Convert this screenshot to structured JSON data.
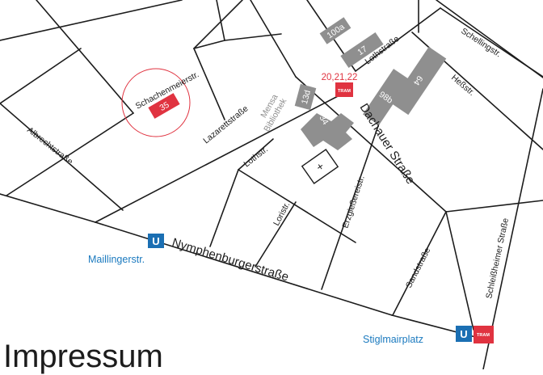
{
  "map": {
    "streets": {
      "schachenmeierstr": "Schachenmeierstr.",
      "lazarettstrasse": "Lazarettstraße",
      "albrechtstrasse": "Albrechtstraße",
      "lothstr_short": "Lothstr.",
      "lothstrasse": "Lothstraße",
      "dachauer": "Dachauer Straße",
      "loristr": "Loristr.",
      "erzgiessereistr": "Erzgießereistr.",
      "nymphenburgerstrasse": "Nymphenburgerstraße",
      "sandstrasse": "Sandstraße",
      "schleissheimer": "Schleißheimer Straße",
      "hessstr": "Heßstr.",
      "schellingstr": "Schellingstr."
    },
    "buildings": {
      "b35": "35",
      "b13d": "13d",
      "b34": "34",
      "b100a": "100a",
      "b17": "17",
      "b64": "64",
      "b98b": "98b"
    },
    "poi": {
      "mensa_line1": "Mensa",
      "mensa_line2": "Bibliothek",
      "church_symbol": "+"
    },
    "tram_stop": {
      "lines": "20,21,22",
      "badge": "TRAM"
    },
    "stations": {
      "maillinger": {
        "name": "Maillingerstr.",
        "badge": "U"
      },
      "stiglmaier": {
        "name": "Stiglmairplatz",
        "badge": "U",
        "tram_badge": "TRAM"
      }
    },
    "colors": {
      "street": "#1c1c1c",
      "building": "#8f8f8f",
      "highlight": "#e03340",
      "ubahn": "#1b6fb3",
      "station_text": "#1b7abf"
    }
  },
  "page": {
    "heading": "Impressum"
  }
}
